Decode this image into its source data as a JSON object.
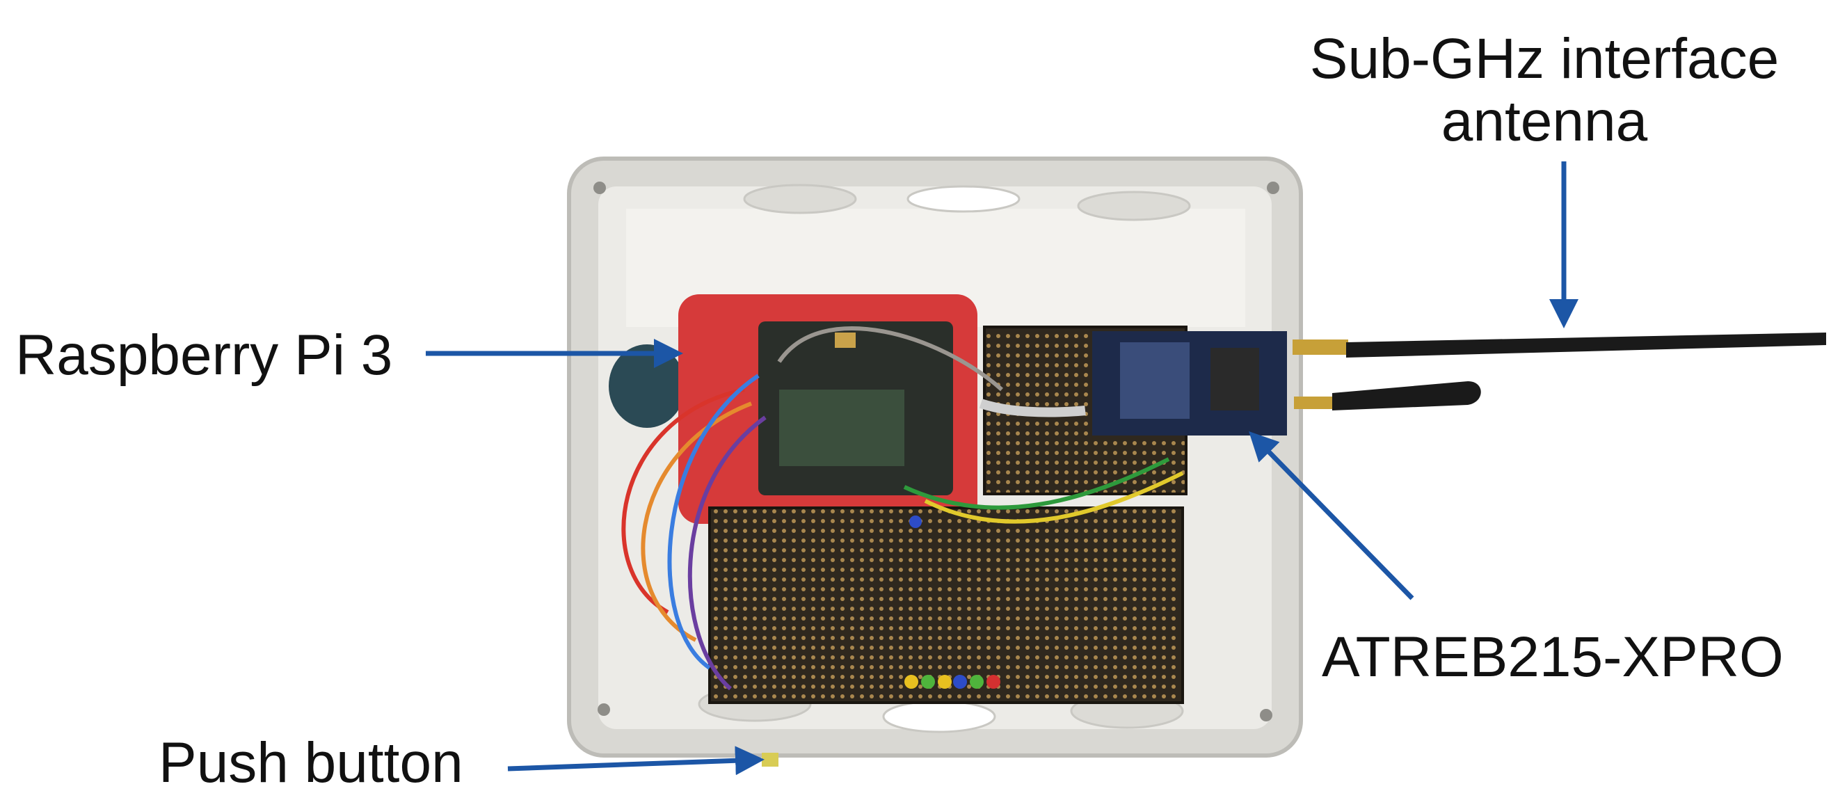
{
  "labels": {
    "antenna_line1": "Sub-GHz interface",
    "antenna_line2": "antenna",
    "raspberry_pi": "Raspberry Pi 3",
    "atreb": "ATREB215-XPRO",
    "push_button": "Push button"
  },
  "colors": {
    "arrow": "#1c56a6",
    "enclosure": "#e7e6e2",
    "pi_case": "#d63a3a",
    "pcb": "#3a3226",
    "radio_board": "#1d2a4a",
    "antenna": "#1a1a1a"
  }
}
